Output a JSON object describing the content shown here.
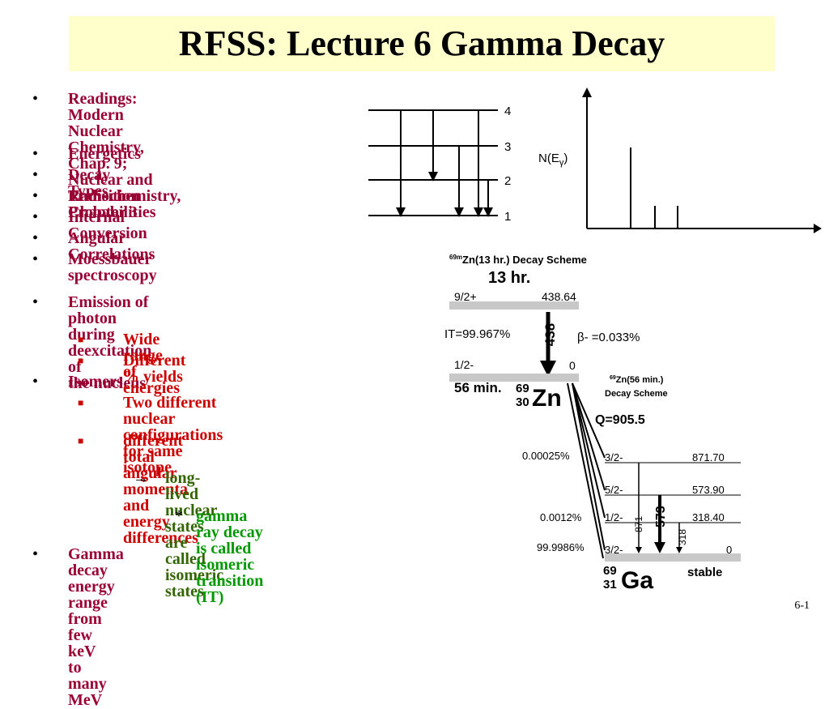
{
  "title": "RFSS:  Lecture 6  Gamma Decay",
  "bullets": [
    {
      "text": "Readings:  Modern Nuclear Chemistry,\nChap. 9; Nuclear and Radiochemistry,\nChapter 3"
    },
    {
      "text": "Energetics"
    },
    {
      "text": "Decay Types"
    },
    {
      "text": "Transition Probabilities"
    },
    {
      "text": "Internal Conversion"
    },
    {
      "text": "Angular Correlations"
    },
    {
      "text": "Moessbauer spectroscopy"
    },
    {
      "text": "Emission of photon during deexcitation of\nthe nucleus"
    },
    {
      "text": "Wide range of energies"
    },
    {
      "text": "Different % yields"
    },
    {
      "text": "Isomers"
    },
    {
      "text": "Two different nuclear\nconfigurations for same isotope"
    },
    {
      "text": "different total angular momenta\nand energy differences"
    },
    {
      "text": "long-lived nuclear states are\ncalled isomeric states"
    },
    {
      "text": "gamma ray decay is called\nisomeric transition (IT)"
    },
    {
      "text": "Gamma decay energy range from few keV\nto many MeV"
    }
  ],
  "bullet_glyph": "•",
  "square_glyph": "■",
  "arrow_glyph": "→",
  "star_glyph": "*",
  "fig1": {
    "levels": [
      "4",
      "3",
      "2",
      "1"
    ],
    "ylabel": "N(E",
    "ylabel_sub": "γ",
    "ylabel_close": ")"
  },
  "fig2": {
    "header": "Zn(13 hr.) Decay Scheme",
    "header_sup": "69m",
    "halflife_top": "13 hr.",
    "spin_top": "9/2+",
    "energy_top": "438.64",
    "it_label": "IT=99.967%",
    "it_energy": "438",
    "beta_label": "β- =0.033%",
    "spin_gs": "1/2-",
    "energy_gs": "0",
    "halflife_gs": "56 min.",
    "zn_a": "69",
    "zn_z": "30",
    "zn_sym": "Zn",
    "sub_header_sup": "69",
    "sub_header_1": "Zn(56 min.)",
    "sub_header_2": "Decay Scheme",
    "q_value": "Q=905.5",
    "ga_levels": [
      {
        "spin": "3/2-",
        "energy": "871.70",
        "branch": "0.00025%"
      },
      {
        "spin": "5/2-",
        "energy": "573.90",
        "branch": ""
      },
      {
        "spin": "1/2-",
        "energy": "318.40",
        "branch": "0.0012%"
      },
      {
        "spin": "3/2-",
        "energy": "0",
        "branch": "99.9986%"
      }
    ],
    "gamma_871": "871",
    "gamma_573": "573",
    "gamma_318": "318",
    "ga_a": "69",
    "ga_z": "31",
    "ga_sym": "Ga",
    "stable": "stable"
  },
  "footer": "6-1"
}
